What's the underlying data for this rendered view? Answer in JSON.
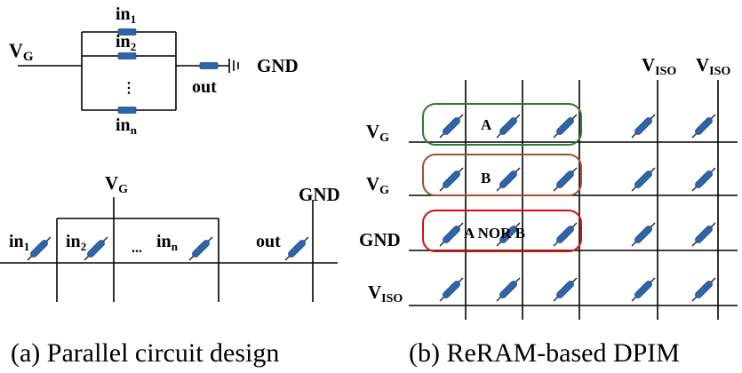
{
  "panel_a": {
    "top": {
      "vg": "V",
      "vg_sub": "G",
      "in1": "in",
      "in1_sub": "1",
      "in2": "in",
      "in2_sub": "2",
      "dots": "⋮",
      "inn": "in",
      "inn_sub": "n",
      "out": "out",
      "gnd": "GND"
    },
    "bottom": {
      "vg": "V",
      "vg_sub": "G",
      "gnd": "GND",
      "in1": "in",
      "in1_sub": "1",
      "in2": "in",
      "in2_sub": "2",
      "dots": "...",
      "inn": "in",
      "inn_sub": "n",
      "out": "out"
    },
    "caption": "(a) Parallel circuit design"
  },
  "panel_b": {
    "col_label": "V",
    "col_label_sub": "ISO",
    "rows": [
      {
        "label": "V",
        "sub": "G"
      },
      {
        "label": "V",
        "sub": "G"
      },
      {
        "label": "GND",
        "sub": ""
      },
      {
        "label": "V",
        "sub": "ISO"
      }
    ],
    "groups": [
      {
        "text": "A",
        "color": "#2e7d32"
      },
      {
        "text": "B",
        "color": "#a0522d"
      },
      {
        "text": "A NOR B",
        "color": "#d01010"
      }
    ],
    "caption": "(b) ReRAM-based DPIM"
  }
}
